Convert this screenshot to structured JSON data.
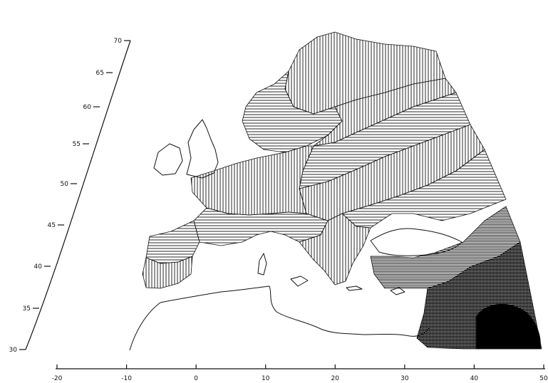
{
  "map": {
    "latitude_axis": {
      "ticks": [
        {
          "value": 30,
          "label": "30"
        },
        {
          "value": 35,
          "label": "35"
        },
        {
          "value": 40,
          "label": "40"
        },
        {
          "value": 45,
          "label": "45"
        },
        {
          "value": 50,
          "label": "50"
        },
        {
          "value": 55,
          "label": "55"
        },
        {
          "value": 60,
          "label": "60"
        },
        {
          "value": 65,
          "label": "65"
        },
        {
          "value": 70,
          "label": "70"
        }
      ]
    },
    "longitude_axis": {
      "ticks": [
        {
          "value": -20,
          "label": "-20"
        },
        {
          "value": -10,
          "label": "-10"
        },
        {
          "value": 0,
          "label": "0"
        },
        {
          "value": 10,
          "label": "10"
        },
        {
          "value": 20,
          "label": "20"
        },
        {
          "value": 30,
          "label": "30"
        },
        {
          "value": 40,
          "label": "40"
        },
        {
          "value": 50,
          "label": "50"
        }
      ]
    },
    "shading_bands": [
      {
        "id": "scandinavia-north",
        "pattern": "vertical"
      },
      {
        "id": "baltic-horizontal",
        "pattern": "horizontal"
      },
      {
        "id": "north-russia",
        "pattern": "vertical"
      },
      {
        "id": "central-russia",
        "pattern": "horizontal"
      },
      {
        "id": "east-europe",
        "pattern": "vertical"
      },
      {
        "id": "south-russia",
        "pattern": "horizontal"
      },
      {
        "id": "france-germany",
        "pattern": "vertical"
      },
      {
        "id": "central-europe",
        "pattern": "horizontal"
      },
      {
        "id": "balkans",
        "pattern": "vertical"
      },
      {
        "id": "iberia-north",
        "pattern": "horizontal"
      },
      {
        "id": "iberia-south",
        "pattern": "vertical"
      },
      {
        "id": "anatolia",
        "pattern": "dense-horizontal"
      },
      {
        "id": "near-east",
        "pattern": "dense"
      },
      {
        "id": "mesopotamia-core",
        "pattern": "solid"
      }
    ]
  }
}
